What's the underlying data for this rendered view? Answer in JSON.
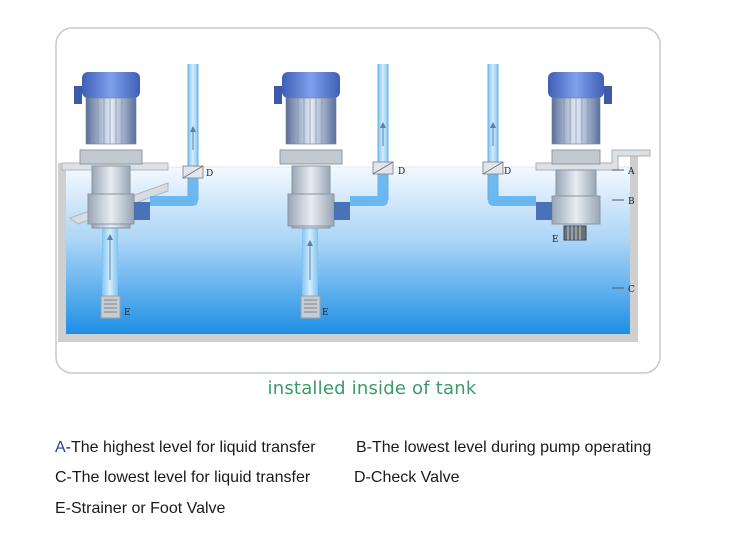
{
  "caption": "installed inside of tank",
  "diagram_labels": {
    "a": "A",
    "b": "B",
    "c": "C",
    "d": "D",
    "e": "E"
  },
  "legend": {
    "a": {
      "letter": "A",
      "text": "-The highest level for liquid transfer"
    },
    "b": "B-The lowest level during pump operating",
    "c": "C-The lowest level for liquid transfer",
    "d": "D-Check Valve",
    "e": "E-Strainer or Foot Valve"
  },
  "colors": {
    "accent_letter": "#1f3fa8",
    "caption": "#3a9a6a",
    "water_top": "#f4f9fe",
    "water_bottom": "#1e8fe6",
    "motor": "#5f86d8",
    "pipe": "#3aa0e8"
  }
}
